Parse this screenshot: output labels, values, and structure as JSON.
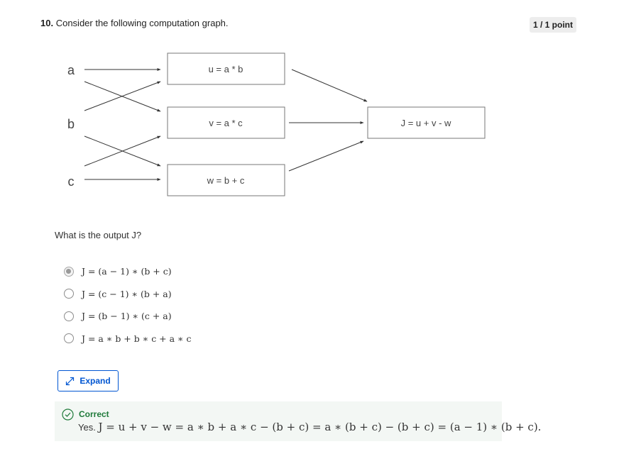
{
  "question": {
    "number": "10.",
    "text": "Consider the following computation graph.",
    "points": "1 / 1 point"
  },
  "graph": {
    "inputs": [
      "a",
      "b",
      "c"
    ],
    "nodes": [
      "u = a * b",
      "v = a * c",
      "w = b + c"
    ],
    "output": "J = u + v - w"
  },
  "prompt": "What is the output J?",
  "options": [
    {
      "text": "J = (a − 1) ∗ (b + c)",
      "selected": true
    },
    {
      "text": "J = (c − 1) ∗ (b + a)",
      "selected": false
    },
    {
      "text": "J = (b − 1) ∗ (c + a)",
      "selected": false
    },
    {
      "text": "J = a ∗ b + b ∗ c + a ∗ c",
      "selected": false
    }
  ],
  "expand": {
    "label": "Expand",
    "icon": "expand-arrows-icon"
  },
  "feedback": {
    "status": "Correct",
    "prefix": "Yes.",
    "explanation": "J = u + v − w = a ∗ b + a ∗ c − (b + c) = a ∗ (b + c) − (b + c) = (a − 1) ∗ (b + c).",
    "icon": "check-circle-icon",
    "color": "#1f7a3a"
  },
  "colors": {
    "accent": "#0056d2",
    "feedback_bg": "#f3f7f4"
  }
}
